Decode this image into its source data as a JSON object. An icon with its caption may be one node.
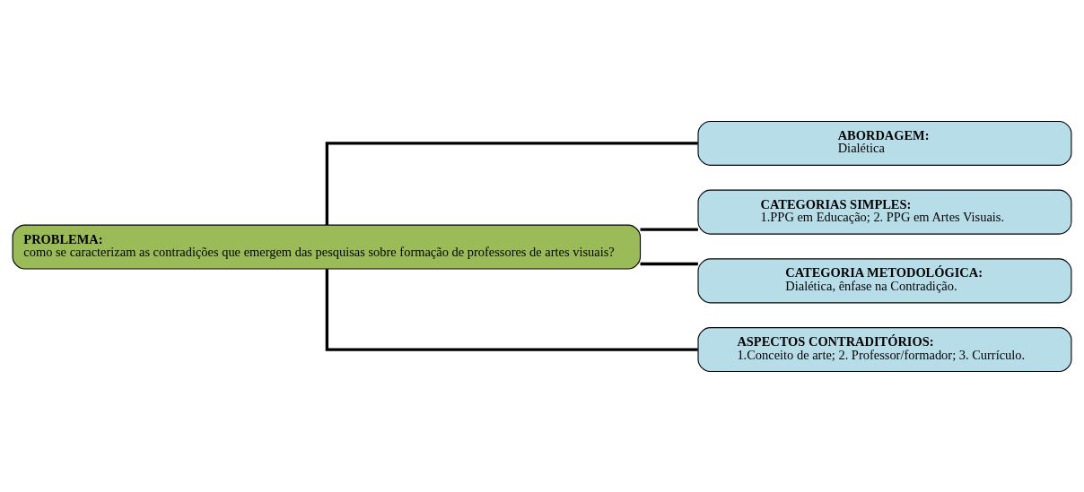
{
  "diagram": {
    "nodes": [
      {
        "text": [
          "PROBLEMA:",
          "como se caracterizam as contradições que emergem das pesquisas sobre formação de professores de artes visuais?"
        ]
      },
      {
        "text": [
          "ABORDAGEM:",
          "Dialética"
        ]
      },
      {
        "text": [
          "CATEGORIAS SIMPLES:",
          "1.PPG em Educação; 2. PPG em Artes Visuais."
        ]
      },
      {
        "text": [
          "CATEGORIA METODOLÓGICA:",
          "Dialética, ênfase na Contradição."
        ]
      },
      {
        "text": [
          "ASPECTOS CONTRADITÓRIOS:",
          "1.Conceito de arte; 2. Professor/formador; 3. Currículo."
        ]
      }
    ],
    "edges": [
      {
        "from": 0,
        "to": 1,
        "arrow": "none"
      },
      {
        "from": 0,
        "to": 2,
        "arrow": "none"
      },
      {
        "from": 0,
        "to": 3,
        "arrow": "none"
      },
      {
        "from": 0,
        "to": 4,
        "arrow": "none"
      }
    ]
  }
}
